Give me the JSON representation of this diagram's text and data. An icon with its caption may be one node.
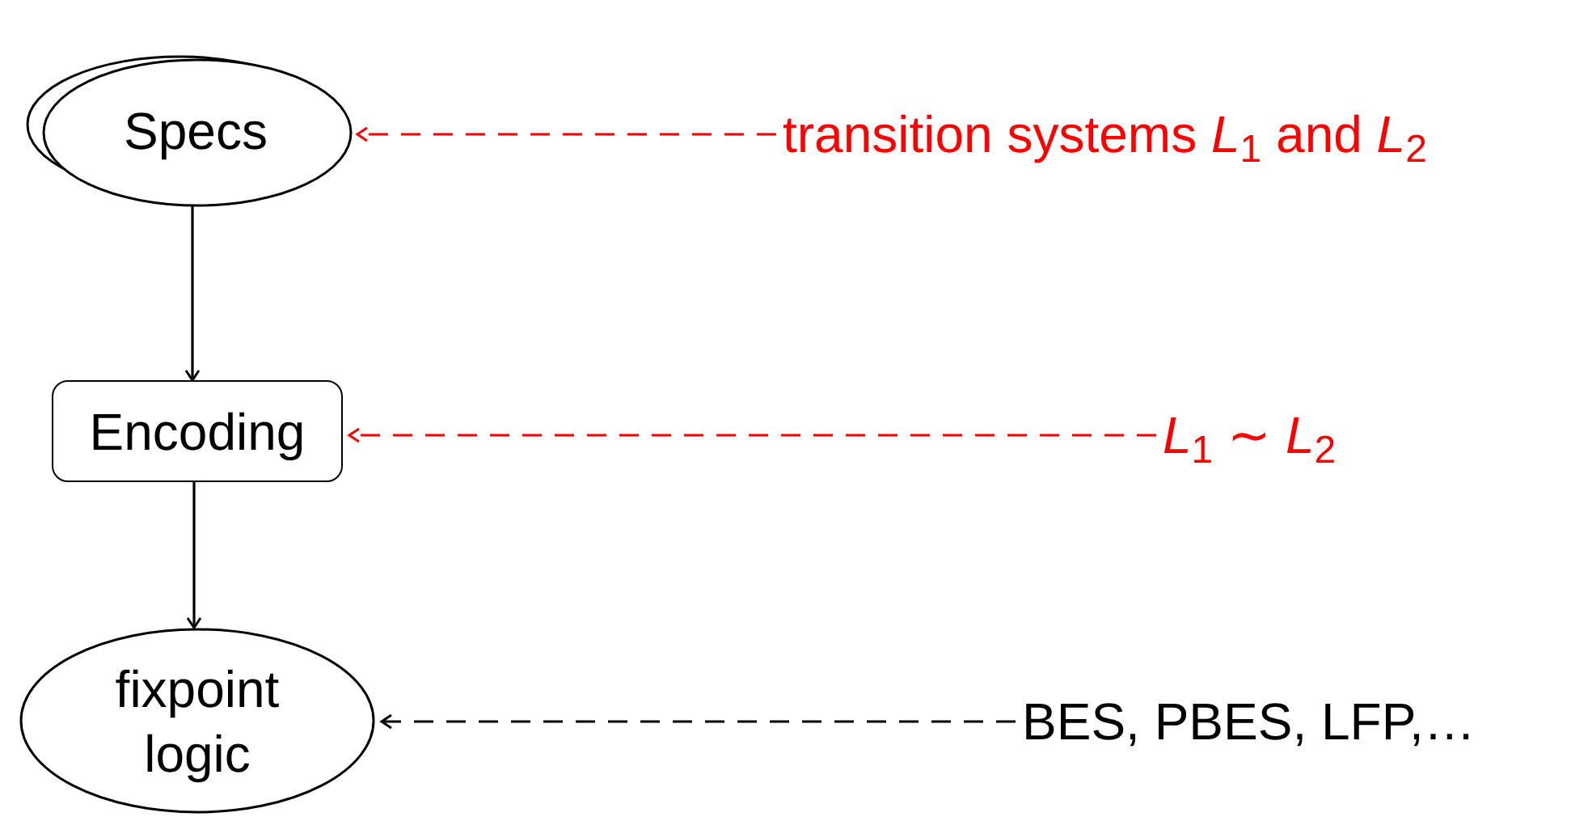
{
  "diagram": {
    "nodes": [
      {
        "text": [
          "Specs"
        ]
      },
      {
        "text": [
          "Encoding"
        ]
      },
      {
        "text": [
          "fixpoint logic"
        ]
      },
      {
        "text": [
          "transition systems *L*$_{1}$ and *L*$_{2}$"
        ]
      },
      {
        "text": [
          "*L*$_{1}$ ∼ *L*$_{2}$"
        ]
      },
      {
        "text": [
          "BES, PBES, LFP,…"
        ]
      }
    ],
    "edges": [
      {
        "from": 0,
        "to": 1,
        "arrow": "to"
      },
      {
        "from": 1,
        "to": 2,
        "arrow": "to"
      },
      {
        "from": 3,
        "to": 0,
        "arrow": "to",
        "style": "dashed",
        "color": "#ff0000"
      },
      {
        "from": 4,
        "to": 1,
        "arrow": "to",
        "style": "dashed",
        "color": "#ff0000"
      },
      {
        "from": 5,
        "to": 2,
        "arrow": "to",
        "style": "dashed"
      }
    ]
  }
}
